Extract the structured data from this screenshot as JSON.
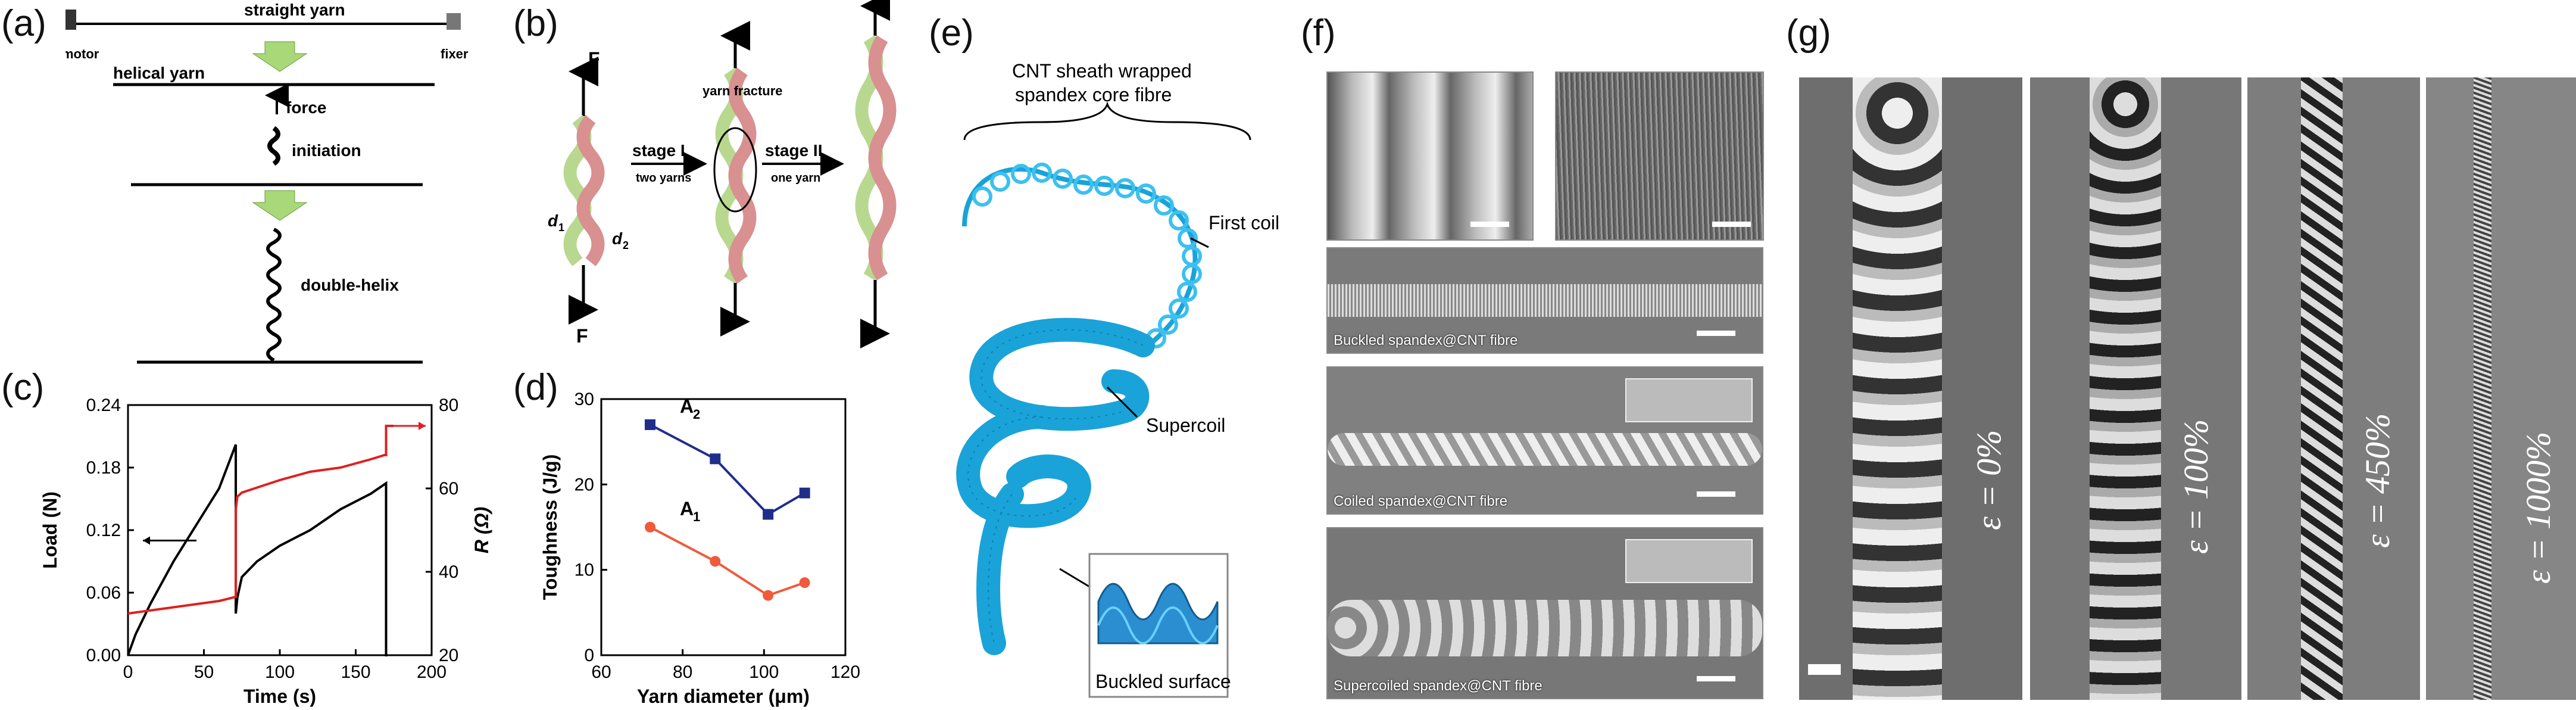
{
  "panels": {
    "a": {
      "label": "(a)",
      "straight": "straight yarn",
      "motor": "motor",
      "fixer": "fixer",
      "helical": "helical yarn",
      "force": "force",
      "initiation": "initiation",
      "double": "double-helix"
    },
    "b": {
      "label": "(b)",
      "F": "F",
      "d1": "d",
      "d1sub": "1",
      "d2": "d",
      "d2sub": "2",
      "fracture": "yarn fracture",
      "stage1": "stage I",
      "two": "two yarns",
      "stage2": "stage II",
      "one": "one yarn"
    },
    "e": {
      "label": "(e)",
      "title1": "CNT sheath wrapped",
      "title2": "spandex core fibre",
      "first": "First coil",
      "super": "Supercoil",
      "buckled": "Buckled surface"
    },
    "f": {
      "label": "(f)",
      "cap1": "Buckled spandex@CNT fibre",
      "cap2": "Coiled spandex@CNT fibre",
      "cap3": "Supercoiled spandex@CNT fibre"
    },
    "g": {
      "label": "(g)",
      "s1": "ε = 0%",
      "s2": "ε = 100%",
      "s3": "ε = 450%",
      "s4": "ε = 1000%"
    }
  },
  "chart_data": [
    {
      "panel": "(c)",
      "type": "line",
      "xlabel": "Time (s)",
      "ylabel": "Load (N)",
      "y2label": "R (Ω)",
      "xlim": [
        0,
        200
      ],
      "ylim": [
        0,
        0.24
      ],
      "y2lim": [
        20,
        80
      ],
      "xticks": [
        "0",
        "50",
        "100",
        "150",
        "200"
      ],
      "yticks": [
        "0.00",
        "0.06",
        "0.12",
        "0.18",
        "0.24"
      ],
      "y2ticks": [
        "20",
        "40",
        "60",
        "80"
      ],
      "series": [
        {
          "axis": "left",
          "color": "#000000",
          "x": [
            0,
            5,
            15,
            30,
            45,
            60,
            71,
            71,
            72,
            75,
            85,
            100,
            120,
            140,
            160,
            170,
            170,
            171
          ],
          "y": [
            0,
            0.02,
            0.05,
            0.09,
            0.125,
            0.16,
            0.202,
            0.04,
            0.055,
            0.075,
            0.09,
            0.105,
            0.12,
            0.14,
            0.155,
            0.165,
            0.0,
            0.0
          ]
        },
        {
          "axis": "right",
          "color": "#e02020",
          "x": [
            0,
            20,
            40,
            60,
            71,
            71,
            72,
            75,
            100,
            120,
            140,
            160,
            169,
            170,
            170,
            175
          ],
          "y": [
            30,
            31,
            32,
            33,
            34,
            55,
            58,
            59,
            62,
            64,
            65,
            67,
            68,
            68,
            75,
            75
          ]
        }
      ]
    },
    {
      "panel": "(d)",
      "type": "line",
      "xlabel": "Yarn diameter (μm)",
      "ylabel": "Toughness (J/g)",
      "xlim": [
        60,
        120
      ],
      "ylim": [
        0,
        30
      ],
      "xticks": [
        "60",
        "80",
        "100",
        "120"
      ],
      "yticks": [
        "0",
        "10",
        "20",
        "30"
      ],
      "series": [
        {
          "name": "A",
          "sub": "2",
          "color": "#1f2e8a",
          "marker": "square",
          "x": [
            72,
            88,
            101,
            110
          ],
          "y": [
            27,
            23,
            16.5,
            19
          ]
        },
        {
          "name": "A",
          "sub": "1",
          "color": "#f05a3c",
          "marker": "circle",
          "x": [
            72,
            88,
            101,
            110
          ],
          "y": [
            15,
            11,
            7,
            8.5
          ]
        }
      ]
    }
  ]
}
